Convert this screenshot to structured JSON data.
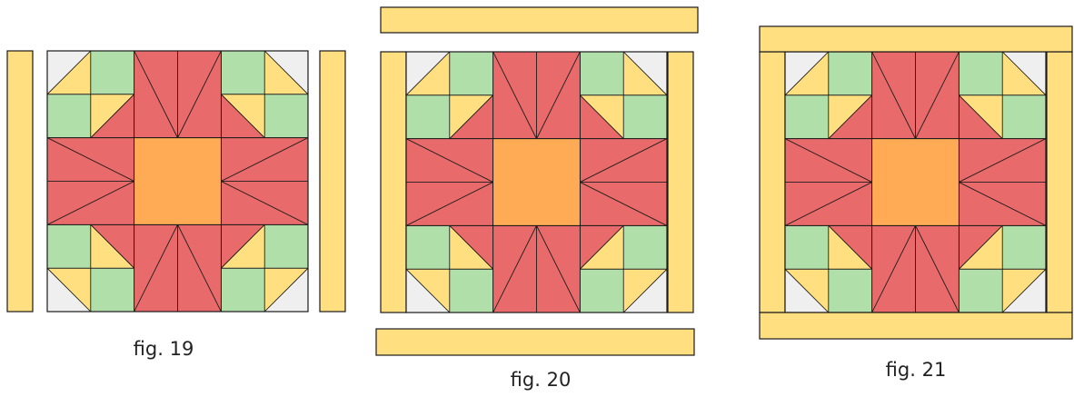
{
  "colors": {
    "background": "#efefef",
    "green": "#b0dfaa",
    "yellow": "#ffdf7f",
    "red": "#e86a6a",
    "lavender": "#e0bfe0",
    "orange": "#ffaa55",
    "strip": "#ffdf7f",
    "outline": "#1a1a1a"
  },
  "figures": [
    {
      "caption": "fig. 19"
    },
    {
      "caption": "fig. 20"
    },
    {
      "caption": "fig. 21"
    }
  ]
}
